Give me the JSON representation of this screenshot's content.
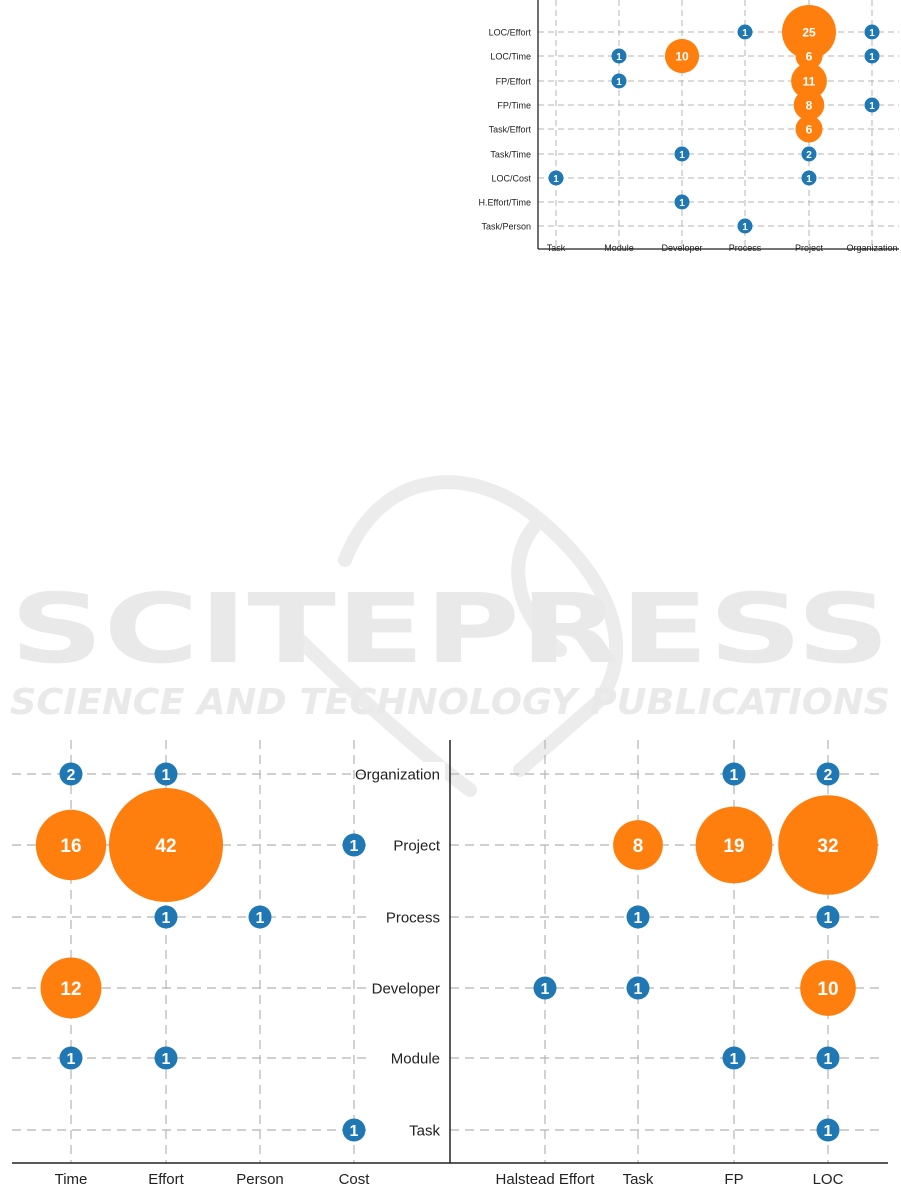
{
  "watermark": {
    "brand": "SCITEPRESS",
    "tagline": "SCIENCE AND TECHNOLOGY PUBLICATIONS",
    "color": "#e9e9e9"
  },
  "colors": {
    "small": "#1f77b4",
    "large": "#ff7f0e",
    "grid": "#b5b5b5",
    "axis": "#222222"
  },
  "chart_data": [
    {
      "type": "scatter",
      "title": "",
      "xlabel": "",
      "ylabel": "",
      "x": [
        "Task",
        "Module",
        "Developer",
        "Process",
        "Project",
        "Organization"
      ],
      "y": [
        "LOC/Effort",
        "LOC/Time",
        "FP/Effort",
        "FP/Time",
        "Task/Effort",
        "Task/Time",
        "LOC/Cost",
        "H.Effort/Time",
        "Task/Person"
      ],
      "grid": true,
      "points": [
        {
          "x": "Process",
          "y": "LOC/Effort",
          "value": 1
        },
        {
          "x": "Project",
          "y": "LOC/Effort",
          "value": 25
        },
        {
          "x": "Organization",
          "y": "LOC/Effort",
          "value": 1
        },
        {
          "x": "Module",
          "y": "LOC/Time",
          "value": 1
        },
        {
          "x": "Developer",
          "y": "LOC/Time",
          "value": 10
        },
        {
          "x": "Project",
          "y": "LOC/Time",
          "value": 6
        },
        {
          "x": "Organization",
          "y": "LOC/Time",
          "value": 1
        },
        {
          "x": "Module",
          "y": "FP/Effort",
          "value": 1
        },
        {
          "x": "Project",
          "y": "FP/Effort",
          "value": 11
        },
        {
          "x": "Project",
          "y": "FP/Time",
          "value": 8
        },
        {
          "x": "Organization",
          "y": "FP/Time",
          "value": 1
        },
        {
          "x": "Project",
          "y": "Task/Effort",
          "value": 6
        },
        {
          "x": "Developer",
          "y": "Task/Time",
          "value": 1
        },
        {
          "x": "Project",
          "y": "Task/Time",
          "value": 2
        },
        {
          "x": "Task",
          "y": "LOC/Cost",
          "value": 1
        },
        {
          "x": "Project",
          "y": "LOC/Cost",
          "value": 1
        },
        {
          "x": "Developer",
          "y": "H.Effort/Time",
          "value": 1
        },
        {
          "x": "Process",
          "y": "Task/Person",
          "value": 1
        }
      ]
    },
    {
      "type": "scatter",
      "title": "",
      "xlabel": "",
      "ylabel": "",
      "x": [
        "Time",
        "Effort",
        "Person",
        "Cost"
      ],
      "y": [
        "Organization",
        "Project",
        "Process",
        "Developer",
        "Module",
        "Task"
      ],
      "grid": true,
      "points": [
        {
          "x": "Time",
          "y": "Organization",
          "value": 2
        },
        {
          "x": "Effort",
          "y": "Organization",
          "value": 1
        },
        {
          "x": "Time",
          "y": "Project",
          "value": 16
        },
        {
          "x": "Effort",
          "y": "Project",
          "value": 42
        },
        {
          "x": "Cost",
          "y": "Project",
          "value": 1
        },
        {
          "x": "Effort",
          "y": "Process",
          "value": 1
        },
        {
          "x": "Person",
          "y": "Process",
          "value": 1
        },
        {
          "x": "Time",
          "y": "Developer",
          "value": 12
        },
        {
          "x": "Time",
          "y": "Module",
          "value": 1
        },
        {
          "x": "Effort",
          "y": "Module",
          "value": 1
        },
        {
          "x": "Cost",
          "y": "Task",
          "value": 1
        }
      ]
    },
    {
      "type": "scatter",
      "title": "",
      "xlabel": "",
      "ylabel": "",
      "x": [
        "Halstead Effort",
        "Task",
        "FP",
        "LOC"
      ],
      "y": [
        "Organization",
        "Project",
        "Process",
        "Developer",
        "Module",
        "Task"
      ],
      "grid": true,
      "points": [
        {
          "x": "FP",
          "y": "Organization",
          "value": 1
        },
        {
          "x": "LOC",
          "y": "Organization",
          "value": 2
        },
        {
          "x": "Task",
          "y": "Project",
          "value": 8
        },
        {
          "x": "FP",
          "y": "Project",
          "value": 19
        },
        {
          "x": "LOC",
          "y": "Project",
          "value": 32
        },
        {
          "x": "Task",
          "y": "Process",
          "value": 1
        },
        {
          "x": "LOC",
          "y": "Process",
          "value": 1
        },
        {
          "x": "Halstead Effort",
          "y": "Developer",
          "value": 1
        },
        {
          "x": "Task",
          "y": "Developer",
          "value": 1
        },
        {
          "x": "LOC",
          "y": "Developer",
          "value": 10
        },
        {
          "x": "FP",
          "y": "Module",
          "value": 1
        },
        {
          "x": "LOC",
          "y": "Module",
          "value": 1
        },
        {
          "x": "LOC",
          "y": "Task",
          "value": 1
        }
      ]
    }
  ]
}
